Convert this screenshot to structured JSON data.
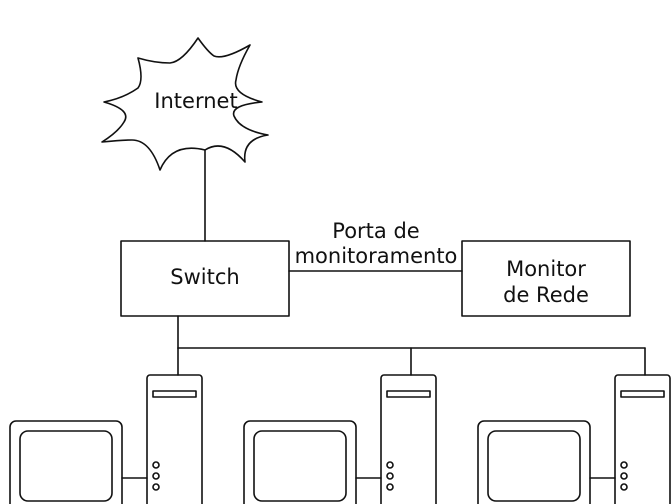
{
  "diagram": {
    "internet_label": "Internet",
    "switch_label": "Switch",
    "port_label_line1": "Porta de",
    "port_label_line2": "monitoramento",
    "monitor_label_line1": "Monitor",
    "monitor_label_line2": "de Rede",
    "computers": [
      {
        "label": ""
      },
      {
        "label": ""
      },
      {
        "label": ""
      }
    ]
  },
  "colors": {
    "stroke": "#111111",
    "background": "#ffffff"
  }
}
